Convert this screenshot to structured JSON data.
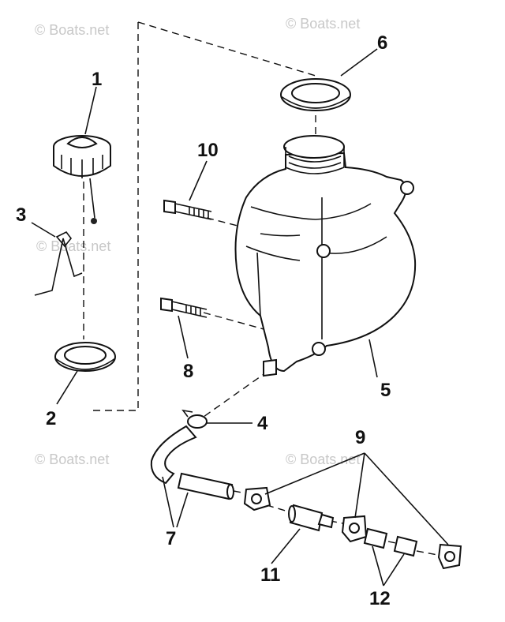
{
  "watermark": "© Boats.net",
  "callouts": [
    "1",
    "2",
    "3",
    "4",
    "5",
    "6",
    "7",
    "8",
    "9",
    "10",
    "11",
    "12"
  ]
}
